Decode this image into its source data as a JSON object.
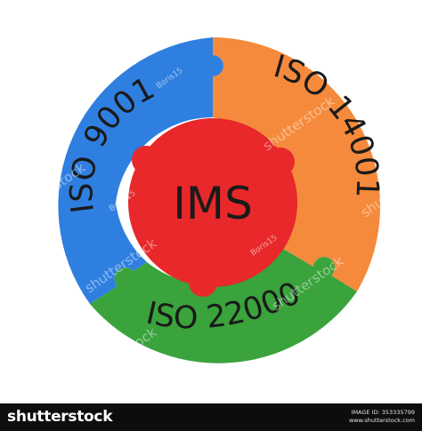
{
  "diagram": {
    "center_label": "IMS",
    "segments": [
      {
        "label": "ISO 9001",
        "color": "#2f7fe0"
      },
      {
        "label": "ISO 14001",
        "color": "#f58a3c"
      },
      {
        "label": "ISO 22000",
        "color": "#3aa33c"
      }
    ],
    "center_color": "#e8282a"
  },
  "watermarks": {
    "brand": "shutterstock",
    "author": "Boris15"
  },
  "footer": {
    "logo": "shutterstock",
    "image_id": "IMAGE ID: 353335799",
    "site": "www.shutterstock.com"
  }
}
